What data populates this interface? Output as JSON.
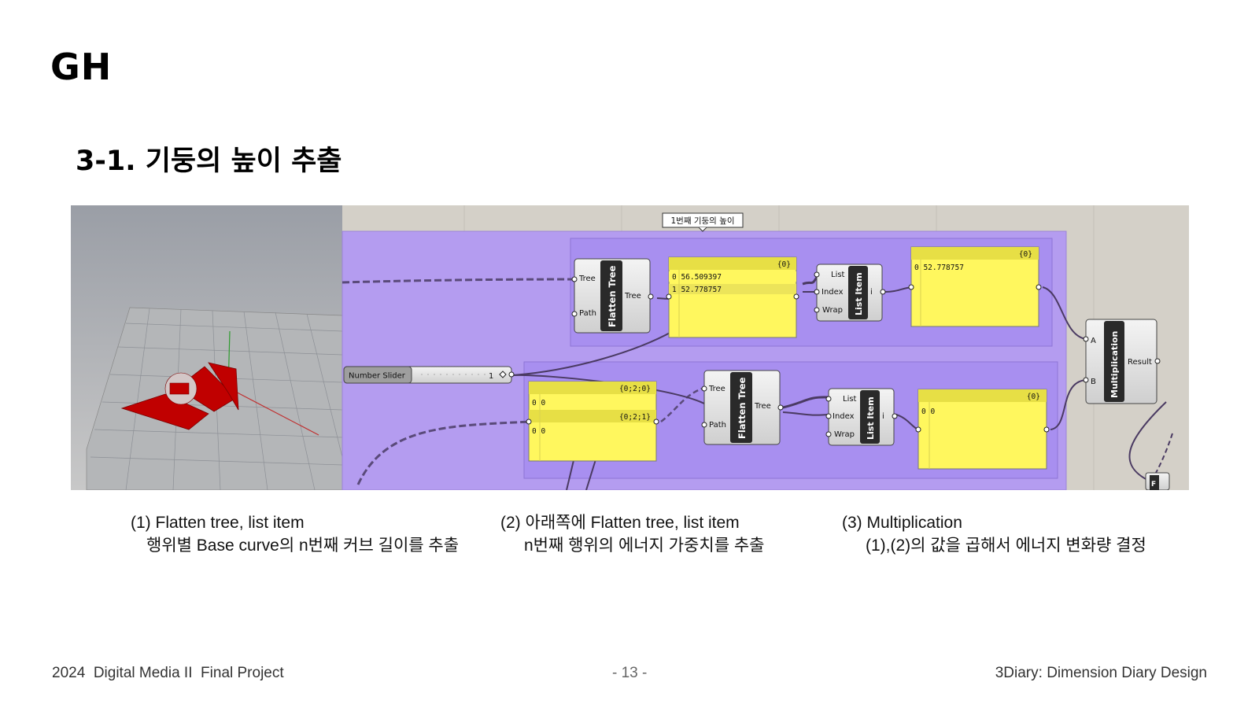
{
  "slide": {
    "title": "GH",
    "subtitle": "3-1. 기둥의 높이 추출"
  },
  "canvas": {
    "group_label": "1번째 기둥의 높이",
    "slider": {
      "label": "Number Slider",
      "value": "1"
    },
    "top_row": {
      "flatten": {
        "name": "Flatten Tree",
        "in1": "Tree",
        "in2": "Path",
        "out": "Tree"
      },
      "panel1": {
        "header": "{0}",
        "rows": [
          "0 56.509397",
          "1 52.778757"
        ]
      },
      "list_item": {
        "name": "List Item",
        "in1": "List",
        "in2": "Index",
        "in3": "Wrap",
        "out": "i"
      },
      "panel2": {
        "header": "{0}",
        "rows": [
          "0 52.778757"
        ]
      }
    },
    "bottom_row": {
      "panel1": {
        "header1": "{0;2;0}",
        "row1": "0 0",
        "header2": "{0;2;1}",
        "row2": "0 0"
      },
      "flatten": {
        "name": "Flatten Tree",
        "in1": "Tree",
        "in2": "Path",
        "out": "Tree"
      },
      "list_item": {
        "name": "List Item",
        "in1": "List",
        "in2": "Index",
        "in3": "Wrap",
        "out": "i"
      },
      "panel2": {
        "header": "{0}",
        "rows": [
          "0 0"
        ]
      }
    },
    "multiplication": {
      "name": "Multiplication",
      "in1": "A",
      "in2": "B",
      "out": "Result"
    },
    "edge_node_label": "F"
  },
  "captions": [
    {
      "line1": "(1) Flatten tree, list item",
      "line2": "행위별 Base curve의 n번째 커브 길이를 추출"
    },
    {
      "line1": "(2) 아래쪽에 Flatten tree, list item",
      "line2": "n번째 행위의 에너지 가중치를 추출"
    },
    {
      "line1": "(3) Multiplication",
      "line2": "(1),(2)의 값을 곱해서 에너지 변화량 결정"
    }
  ],
  "footer": {
    "left": "2024  Digital Media II  Final Project",
    "page": "- 13 -",
    "right": "3Diary: Dimension Diary Design"
  },
  "colors": {
    "group_purple": "#b49cf0",
    "group_inner": "#a88ff0",
    "panel_yellow": "#fff75e",
    "rhino_red": "#c00000",
    "viewport_gray": "#9a9ea6",
    "canvas_bg": "#d4d0c8"
  }
}
